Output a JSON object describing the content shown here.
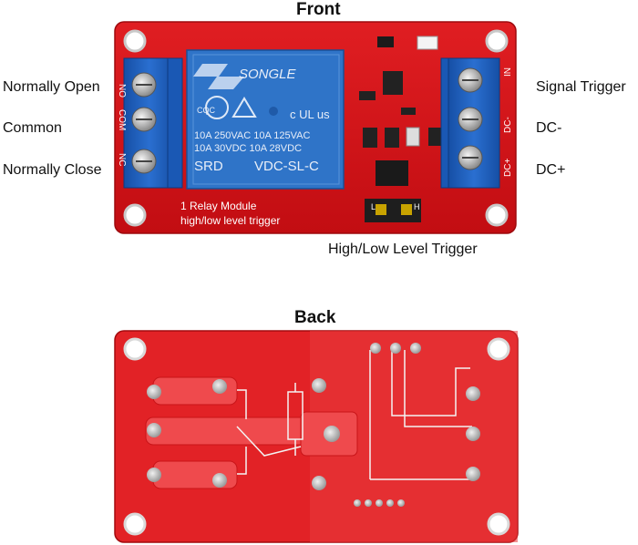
{
  "front": {
    "title": "Front",
    "left_labels": [
      "Normally Open",
      "Common",
      "Normally Close"
    ],
    "right_labels": [
      "Signal Trigger",
      "DC-",
      "DC+"
    ],
    "bottom_label": "High/Low Level Trigger",
    "board": {
      "relay_brand": "SONGLE",
      "relay_ratings": [
        "10A 250VAC  10A 125VAC",
        "10A 30VDC  10A 28VDC"
      ],
      "relay_model_left": "SRD",
      "relay_model_right": "VDC-SL-C",
      "silk_line1": "1 Relay   Module",
      "silk_line2": "high/low  level  trigger",
      "pin_labels_right": [
        "IN",
        "DC-",
        "DC+"
      ],
      "pin_labels_left": [
        "NO",
        "COM",
        "NC"
      ],
      "jumper_labels": [
        "L",
        "H"
      ],
      "cert_marks": [
        "CQC",
        "c UL us"
      ]
    }
  },
  "back": {
    "title": "Back"
  },
  "colors": {
    "board_red": "#d8141a",
    "board_dark": "#a8080c",
    "terminal_blue": "#1c5fc0",
    "relay_blue": "#2f74c8"
  }
}
